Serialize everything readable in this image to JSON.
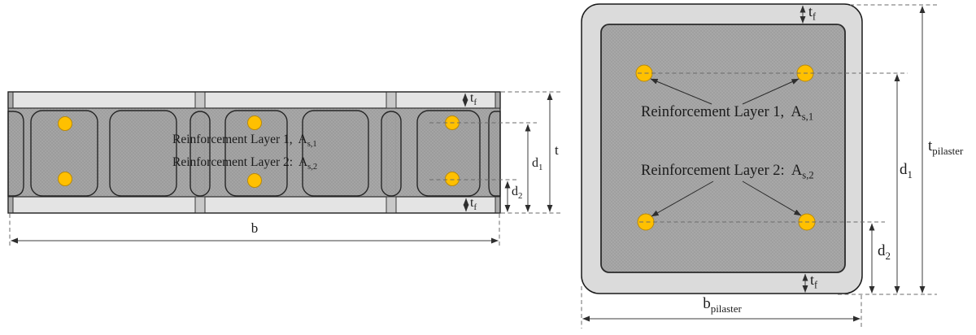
{
  "figure": {
    "description_left": "wall cross-section",
    "description_right": "pilaster cross-section"
  },
  "colors": {
    "rebar_fill": "#FFC000",
    "rebar_border": "#B8890B",
    "flange_gray": "#E4E4E4",
    "core_gray": "#A9A9A9",
    "pilaster_ring_gray": "#DBDBDB"
  },
  "labels": {
    "layer1_prefix": "Reinforcement Layer 1,  A",
    "layer1_sub": "s,1",
    "layer2_prefix": "Reinforcement Layer 2:  A",
    "layer2_sub": "s,2"
  },
  "dims": {
    "t": "t",
    "f": "f",
    "d": "d",
    "one": "1",
    "two": "2",
    "b": "b",
    "pilaster": "pilaster"
  }
}
